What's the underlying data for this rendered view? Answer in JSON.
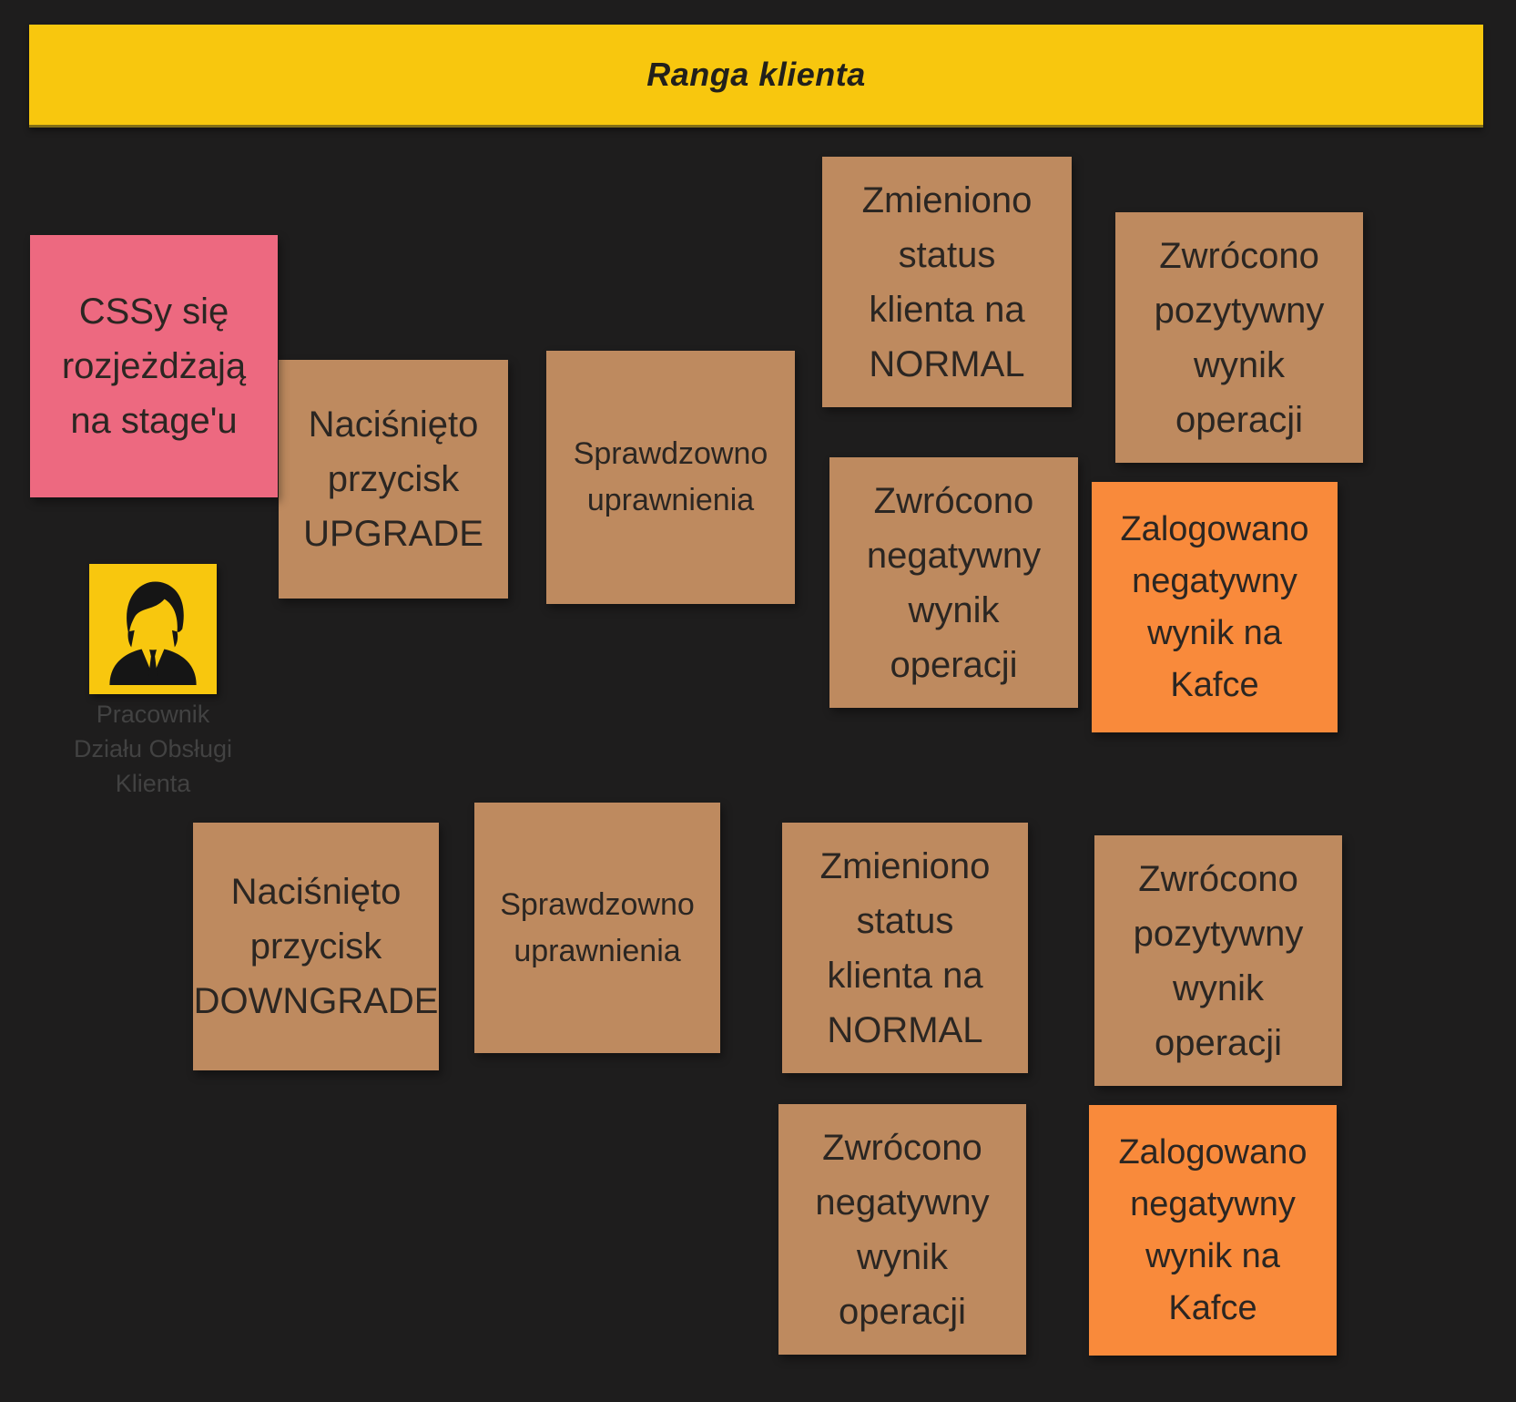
{
  "board": {
    "title": "Ranga klienta",
    "background_color": "#1E1D1D"
  },
  "colors": {
    "banner_yellow": "#F8C70E",
    "sticky_brown": "#BE8A5F",
    "sticky_orange": "#F98A3B",
    "sticky_pink": "#ED6980",
    "note_text": "#2B2622",
    "actor_label_text": "#424242"
  },
  "actor": {
    "icon": "person-icon",
    "label": "Pracownik\nDziału Obsługi\nKlienta"
  },
  "notes": {
    "hotspot_pink": {
      "text": "CSSy się\nrozjeżdżają\nna stage'u",
      "color": "#ED6980"
    },
    "upgrade_button_pressed": {
      "text": "Naciśnięto\nprzycisk\nUPGRADE",
      "color": "#BE8A5F"
    },
    "permissions_checked_top": {
      "text": "Sprawdzowno\nuprawnienia",
      "color": "#BE8A5F"
    },
    "status_changed_top": {
      "text": "Zmieniono\nstatus\nklienta na\nNORMAL",
      "color": "#BE8A5F"
    },
    "positive_result_top": {
      "text": "Zwrócono\npozytywny\nwynik\noperacji",
      "color": "#BE8A5F"
    },
    "negative_result_top": {
      "text": "Zwrócono\nnegatywny\nwynik\noperacji",
      "color": "#BE8A5F"
    },
    "kafka_logged_top": {
      "text": "Zalogowano\nnegatywny\nwynik na\nKafce",
      "color": "#F98A3B"
    },
    "downgrade_button_pressed": {
      "text": "Naciśnięto\nprzycisk\nDOWNGRADE",
      "color": "#BE8A5F"
    },
    "permissions_checked_bottom": {
      "text": "Sprawdzowno\nuprawnienia",
      "color": "#BE8A5F"
    },
    "status_changed_bottom": {
      "text": "Zmieniono\nstatus\nklienta na\nNORMAL",
      "color": "#BE8A5F"
    },
    "positive_result_bottom": {
      "text": "Zwrócono\npozytywny\nwynik\noperacji",
      "color": "#BE8A5F"
    },
    "negative_result_bottom": {
      "text": "Zwrócono\nnegatywny\nwynik\noperacji",
      "color": "#BE8A5F"
    },
    "kafka_logged_bottom": {
      "text": "Zalogowano\nnegatywny\nwynik na\nKafce",
      "color": "#F98A3B"
    }
  }
}
